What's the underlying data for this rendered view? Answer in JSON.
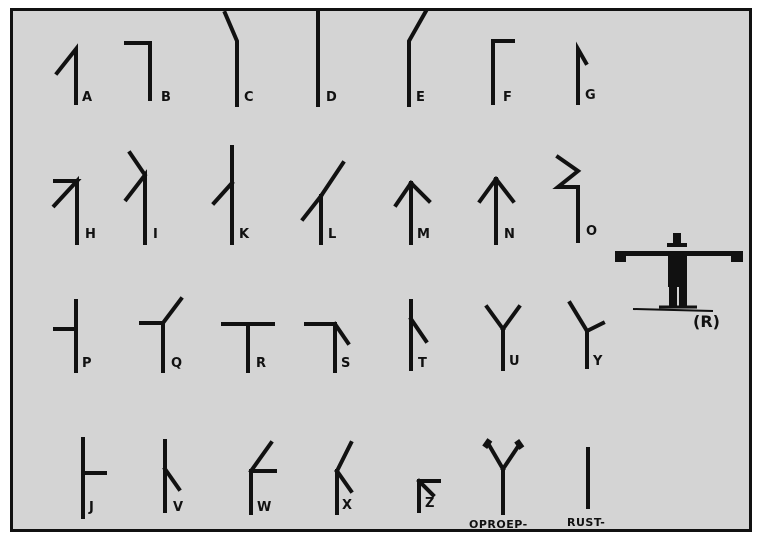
{
  "letters": [
    "A",
    "B",
    "C",
    "D",
    "E",
    "F",
    "G",
    "H",
    "I",
    "K",
    "L",
    "M",
    "N",
    "O",
    "P",
    "Q",
    "R",
    "S",
    "T",
    "U",
    "Y",
    "J",
    "V",
    "W",
    "X",
    "Z"
  ],
  "captions": {
    "call": "OPROEP-",
    "rest": "RUST-",
    "figure": "(R)"
  },
  "colors": {
    "background": "#d4d4d4",
    "ink": "#111111"
  }
}
